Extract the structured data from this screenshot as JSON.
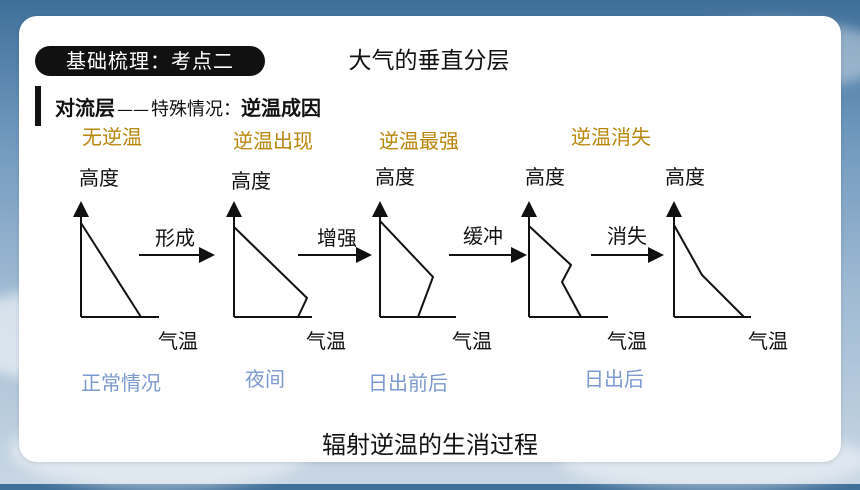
{
  "header": {
    "pill": "基础梳理：考点二",
    "title": "大气的垂直分层"
  },
  "subtitle": {
    "part1": "对流层",
    "dash": "——",
    "part2": "特殊情况：",
    "part3": "逆温成因"
  },
  "stages": [
    "无逆温",
    "逆温出现",
    "逆温最强",
    "逆温消失"
  ],
  "arrows": [
    "形成",
    "增强",
    "缓冲",
    "消失"
  ],
  "axis": {
    "y": "高度",
    "x": "气温"
  },
  "notes": [
    "正常情况",
    "夜间",
    "日出前后",
    "日出后"
  ],
  "caption": "辐射逆温的生消过程",
  "colors": {
    "stage_text": "#b8860b",
    "note_text": "#7c9ad0",
    "pill_bg": "#111111"
  }
}
